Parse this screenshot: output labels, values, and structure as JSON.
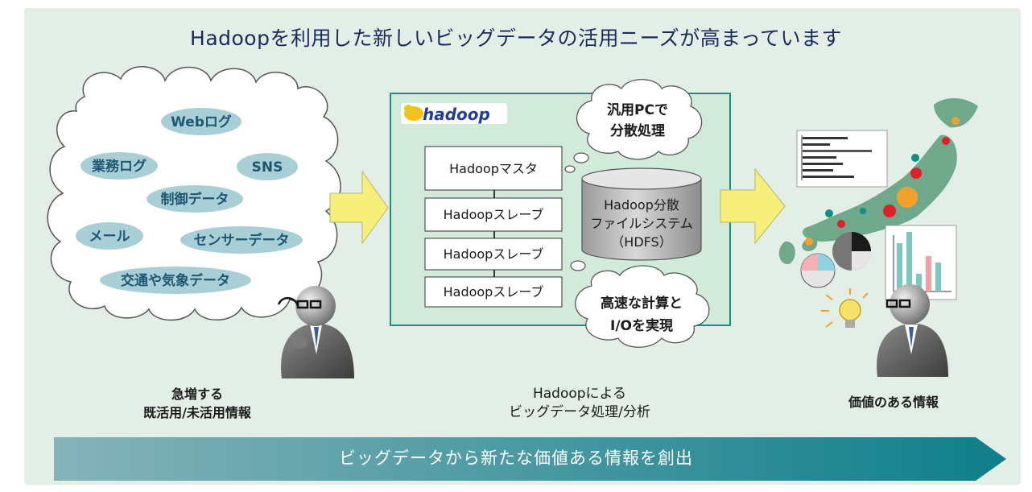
{
  "title": "Hadoopを利用した新しいビッグデータの活用ニーズが高まっています",
  "data_sources": {
    "items": [
      "Webログ",
      "業務ログ",
      "SNS",
      "制御データ",
      "メール",
      "センサーデータ",
      "交通や気象データ"
    ],
    "caption_line1": "急増する",
    "caption_line2": "既活用/未活用情報"
  },
  "hadoop": {
    "logo_text": "hadoop",
    "master": "Hadoopマスタ",
    "slaves": [
      "Hadoopスレーブ",
      "Hadoopスレーブ",
      "Hadoopスレーブ"
    ],
    "hdfs_line1": "Hadoop分散",
    "hdfs_line2": "ファイルシステム",
    "hdfs_line3": "（HDFS）",
    "bubble_top_line1": "汎用PCで",
    "bubble_top_line2": "分散処理",
    "bubble_bottom_line1": "高速な計算と",
    "bubble_bottom_line2": "I/Oを実現",
    "caption_line1": "Hadoopによる",
    "caption_line2": "ビッグデータ処理/分析"
  },
  "value": {
    "caption": "価値のある情報"
  },
  "banner": "ビッグデータから新たな価値ある情報を創出",
  "colors": {
    "panel_bg": "#e3efe6",
    "title": "#1b2a5c",
    "pill": "#a9cfd6",
    "arrow": "#f6f07a",
    "hadoop_box": "#d2ead9",
    "hadoop_border": "#1a8f86",
    "banner_start": "#86b3b9",
    "banner_end": "#0e7f8b"
  }
}
